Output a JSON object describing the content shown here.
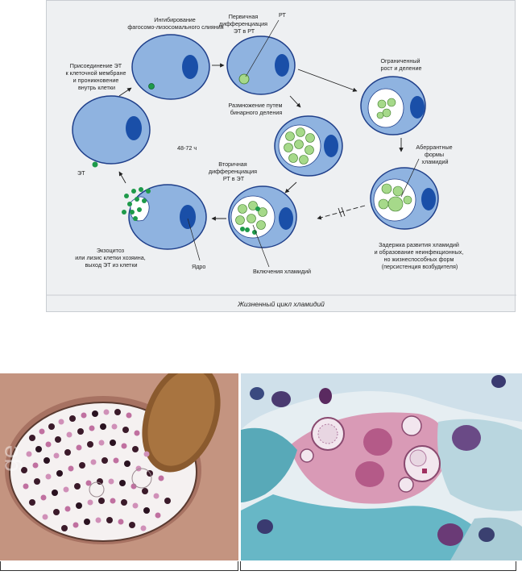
{
  "diagram": {
    "caption": "Жизненный цикл хламидий",
    "labels": {
      "inhibition": [
        "Ингибирование",
        "фагосомо-лизосомального слияния"
      ],
      "primary_diff": [
        "Первичная",
        "дифференциация",
        "ЭТ в РТ"
      ],
      "rt": "РТ",
      "limited_growth": [
        "Ограниченный",
        "рост и деление"
      ],
      "attachment": [
        "Присоединение ЭТ",
        "к клеточной мембране",
        "и проникновение",
        "внутрь клетки"
      ],
      "reproduction": [
        "Размножение путем",
        "бинарного деления"
      ],
      "time": "48-72 ч",
      "et": "ЭТ",
      "aberrant": [
        "Аберрантные",
        "формы",
        "хламидий"
      ],
      "secondary_diff": [
        "Вторичная",
        "дифференциация",
        "РТ в ЭТ"
      ],
      "exocytosis": [
        "Экзоцитоз",
        "или лизис клетки хозяина,",
        "выход ЭТ из клетки"
      ],
      "nucleus": "Ядро",
      "inclusions": "Включения хламидий",
      "delay": [
        "Задержка развития хламидий",
        "и образование неинфекционных,",
        "но жизнеспособных форм",
        "(персистенция возбудителя)"
      ]
    },
    "colors": {
      "cell": "#8fb3e0",
      "cell_stroke": "#1f3f8a",
      "nucleus": "#1a4fa8",
      "vacuole": "#ffffff",
      "rt_body": "#a6d98a",
      "et_body": "#1e9a4a"
    }
  },
  "photos": {
    "left": {
      "watermark": "ge"
    },
    "right": {}
  }
}
